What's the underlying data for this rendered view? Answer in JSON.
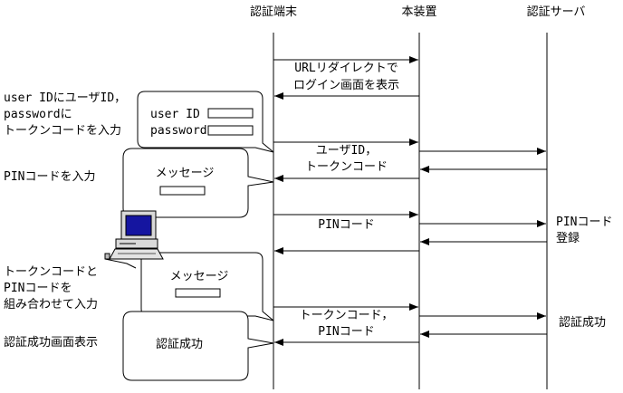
{
  "lifelines": {
    "client": "認証端末",
    "device": "本装置",
    "server": "認証サーバ"
  },
  "messages": {
    "redirect_line1": "URLリダイレクトで",
    "redirect_line2": "ログイン画面を表示",
    "userid_line1": "ユーザID，",
    "userid_line2": "トークンコード",
    "pin": "PINコード",
    "combined_line1": "トークンコード，",
    "combined_line2": "PINコード"
  },
  "server_notes": {
    "pin_register_line1": "PINコード",
    "pin_register_line2": "登録",
    "auth_success": "認証成功"
  },
  "steps": {
    "login_line1": "user IDにユーザID，",
    "login_line2": "passwordに",
    "login_line3": "トークンコードを入力",
    "pin_input": "PINコードを入力",
    "combine_line1": "トークンコードと",
    "combine_line2": "PINコードを",
    "combine_line3": "組み合わせて入力",
    "success_display": "認証成功画面表示"
  },
  "screens": {
    "login_form": {
      "userid_label": "user ID",
      "password_label": "password"
    },
    "message1": "メッセージ",
    "message2": "メッセージ",
    "success": "認証成功"
  },
  "colors": {
    "monitor_screen": "#1515a0",
    "line": "#000000"
  }
}
